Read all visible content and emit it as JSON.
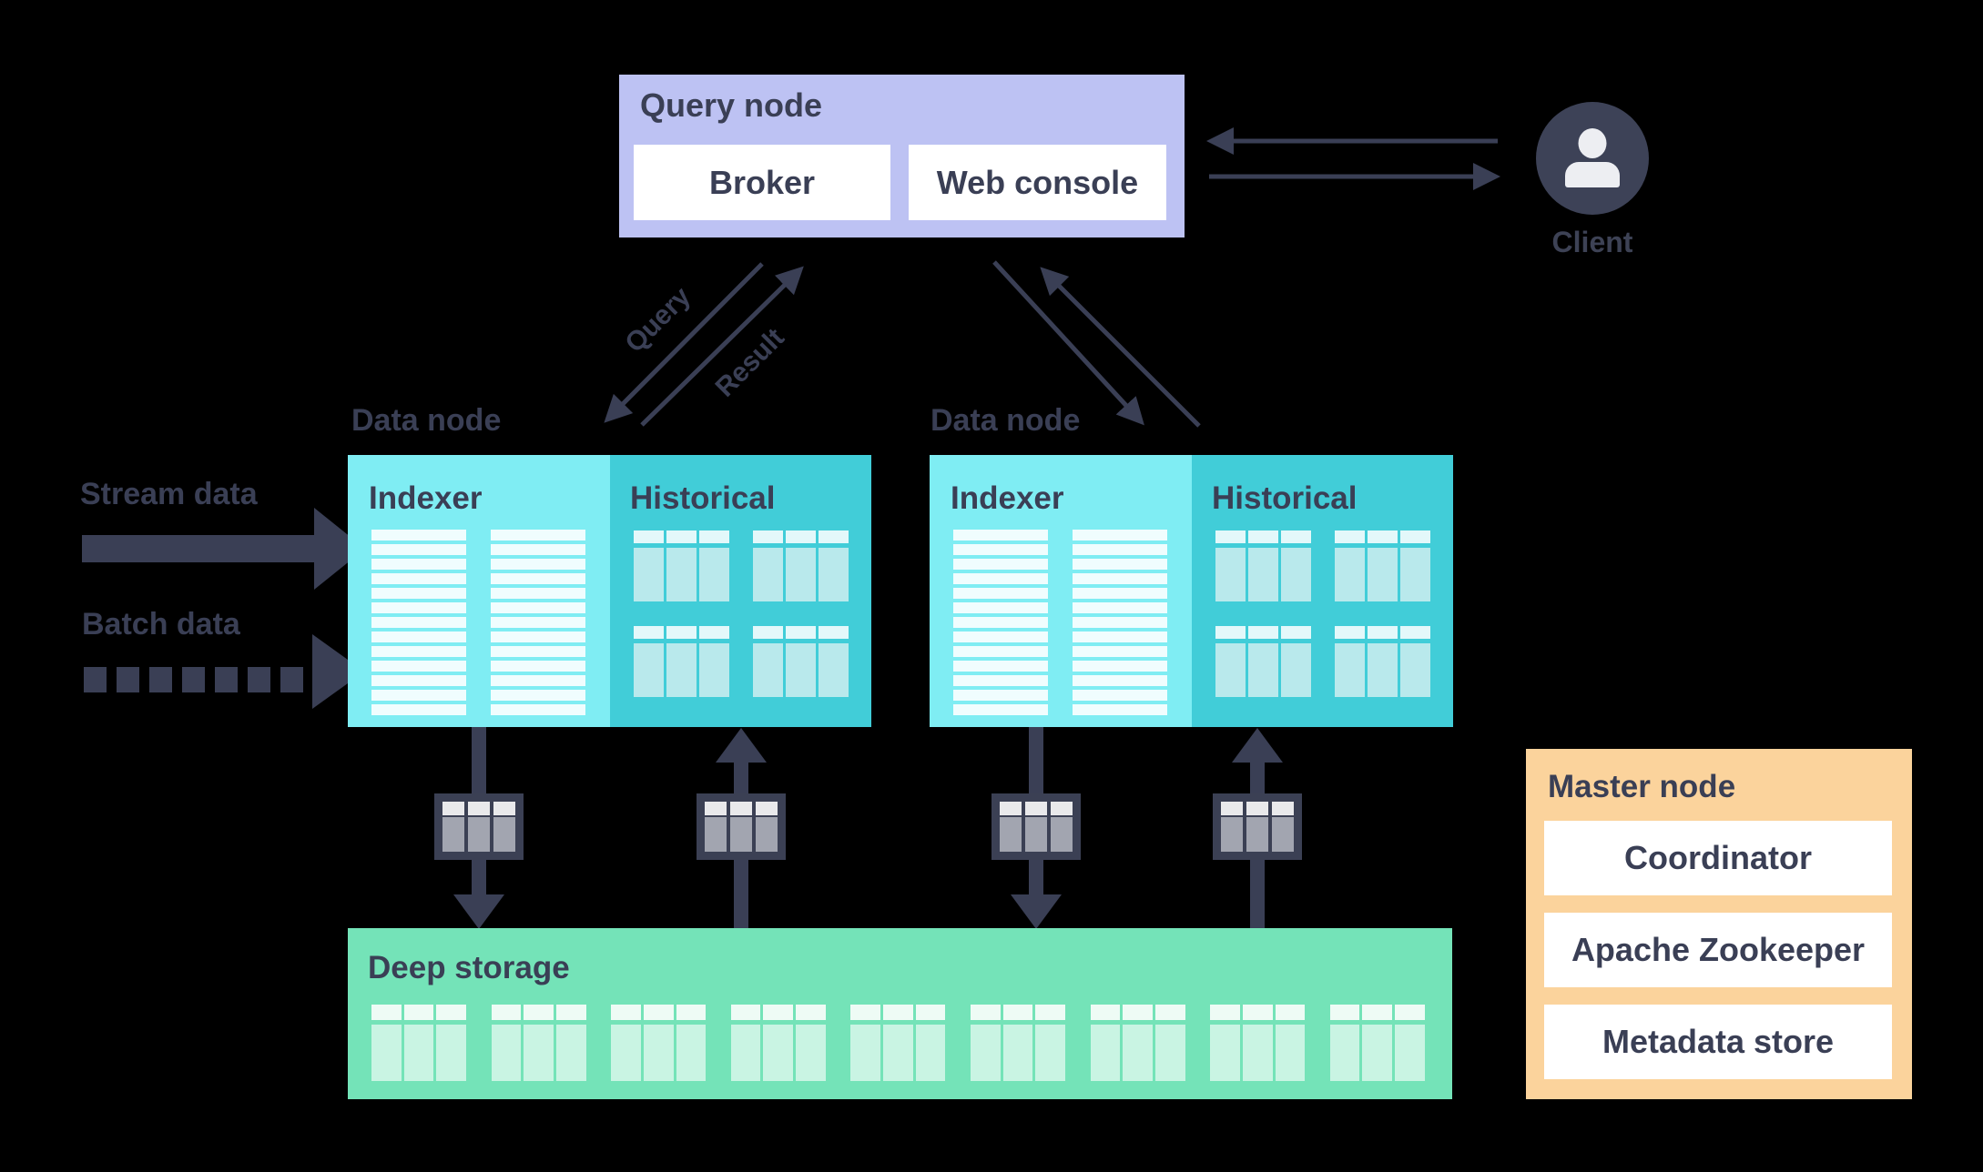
{
  "query_node": {
    "title": "Query node",
    "broker": "Broker",
    "web_console": "Web console"
  },
  "client": {
    "label": "Client"
  },
  "flow_labels": {
    "query": "Query",
    "result": "Result"
  },
  "inputs": {
    "stream": "Stream data",
    "batch": "Batch data"
  },
  "data_node_1": {
    "label": "Data node",
    "indexer": "Indexer",
    "historical": "Historical"
  },
  "data_node_2": {
    "label": "Data node",
    "indexer": "Indexer",
    "historical": "Historical"
  },
  "deep_storage": {
    "label": "Deep storage"
  },
  "master_node": {
    "title": "Master node",
    "coordinator": "Coordinator",
    "zookeeper": "Apache Zookeeper",
    "metadata_store": "Metadata store"
  },
  "colors": {
    "background": "#000000",
    "query_node_fill": "#bdc2f3",
    "indexer_fill": "#7fedf3",
    "historical_fill": "#41cdd8",
    "deep_storage_fill": "#74e3b8",
    "master_node_fill": "#fbd39c",
    "dark_slate": "#3a3f55",
    "white": "#ffffff"
  }
}
